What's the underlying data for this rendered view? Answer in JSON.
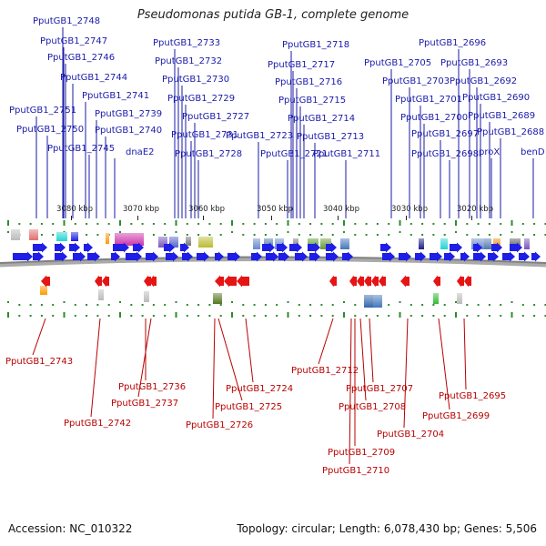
{
  "title": "Pseudomonas putida GB-1, complete genome",
  "footer": {
    "accession": "Accession: NC_010322",
    "summary": "Topology: circular; Length: 6,078,430 bp; Genes: 5,506"
  },
  "kbp_ticks": [
    "3080 kbp",
    "3070 kbp",
    "3060 kbp",
    "3050 kbp",
    "3040 kbp",
    "3030 kbp",
    "3020 kbp"
  ],
  "forward_labels": [
    "PputGB1_2748",
    "PputGB1_2747",
    "PputGB1_2746",
    "PputGB1_2744",
    "PputGB1_2741",
    "PputGB1_2751",
    "PputGB1_2739",
    "PputGB1_2750",
    "PputGB1_2740",
    "PputGB1_2745",
    "dnaE2",
    "PputGB1_2733",
    "PputGB1_2732",
    "PputGB1_2730",
    "PputGB1_2729",
    "PputGB1_2727",
    "PputGB1_2731",
    "PputGB1_2728",
    "PputGB1_2718",
    "PputGB1_2717",
    "PputGB1_2716",
    "PputGB1_2715",
    "PputGB1_2714",
    "PputGB1_2723",
    "PputGB1_2713",
    "PputGB1_2721",
    "PputGB1_2711",
    "PputGB1_2696",
    "PputGB1_2705",
    "PputGB1_2693",
    "PputGB1_2703",
    "PputGB1_2692",
    "PputGB1_2701",
    "PputGB1_2690",
    "PputGB1_2700",
    "PputGB1_2689",
    "PputGB1_2697",
    "PputGB1_2688",
    "PputGB1_2698",
    "proX",
    "benD"
  ],
  "reverse_labels": [
    "PputGB1_2743",
    "PputGB1_2742",
    "PputGB1_2736",
    "PputGB1_2737",
    "PputGB1_2724",
    "PputGB1_2725",
    "PputGB1_2726",
    "PputGB1_2712",
    "PputGB1_2707",
    "PputGB1_2708",
    "PputGB1_2709",
    "PputGB1_2710",
    "PputGB1_2704",
    "PputGB1_2695",
    "PputGB1_2699"
  ],
  "colors": {
    "forward_gene": "#1e1ee6",
    "reverse_gene": "#e61414",
    "backbone": "#808080",
    "forward_label": "#1a1aaa",
    "reverse_label": "#b80000",
    "tick": "#2e8b2e"
  }
}
